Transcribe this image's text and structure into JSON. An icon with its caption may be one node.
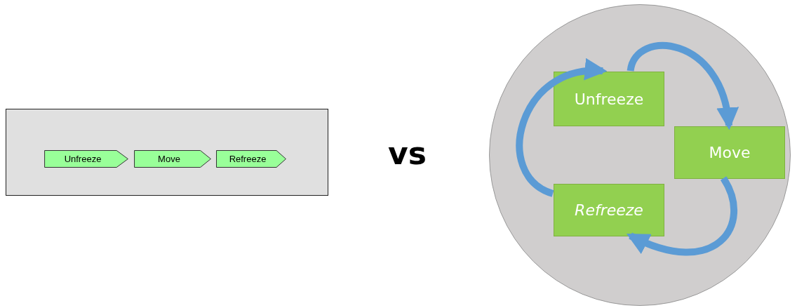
{
  "diagram": {
    "nodes": [
      {
        "text": [],
        "shape": "box"
      },
      {
        "text": [
          "Unfreeze"
        ],
        "in": 0
      },
      {
        "text": [
          "Move"
        ],
        "in": 0
      },
      {
        "text": [
          "Refreeze"
        ],
        "in": 0
      },
      {
        "text": [],
        "shape": "circle"
      },
      {
        "text": [
          "Unfreeze"
        ],
        "in": 4
      },
      {
        "text": [
          "Move"
        ],
        "in": 4
      },
      {
        "text": [
          "Refreeze"
        ],
        "in": 4
      }
    ],
    "edges": [
      {
        "from": 5,
        "to": 6,
        "arrow": "to"
      },
      {
        "from": 6,
        "to": 7,
        "arrow": "to"
      },
      {
        "from": 7,
        "to": 5,
        "arrow": "to"
      }
    ],
    "labels": [
      "vs"
    ]
  }
}
